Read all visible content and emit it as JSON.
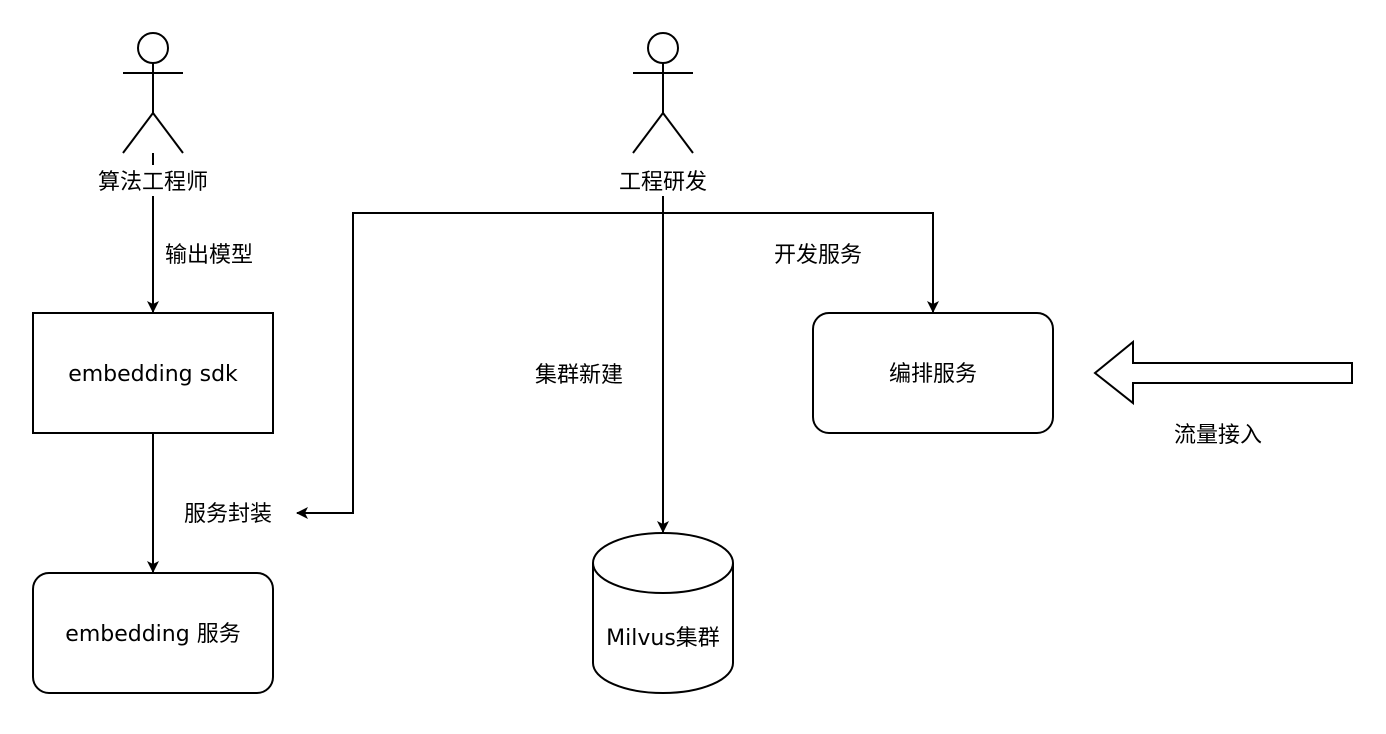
{
  "actors": {
    "algorithm_engineer": "算法工程师",
    "engineering_dev": "工程研发"
  },
  "nodes": {
    "embedding_sdk": "embedding sdk",
    "embedding_service": "embedding 服务",
    "milvus_cluster": "Milvus集群",
    "orchestration_service": "编排服务"
  },
  "edges": {
    "output_model": "输出模型",
    "service_wrap": "服务封装",
    "cluster_create": "集群新建",
    "develop_service": "开发服务",
    "traffic_in": "流量接入"
  },
  "colors": {
    "stroke": "#000000",
    "background": "#ffffff"
  }
}
